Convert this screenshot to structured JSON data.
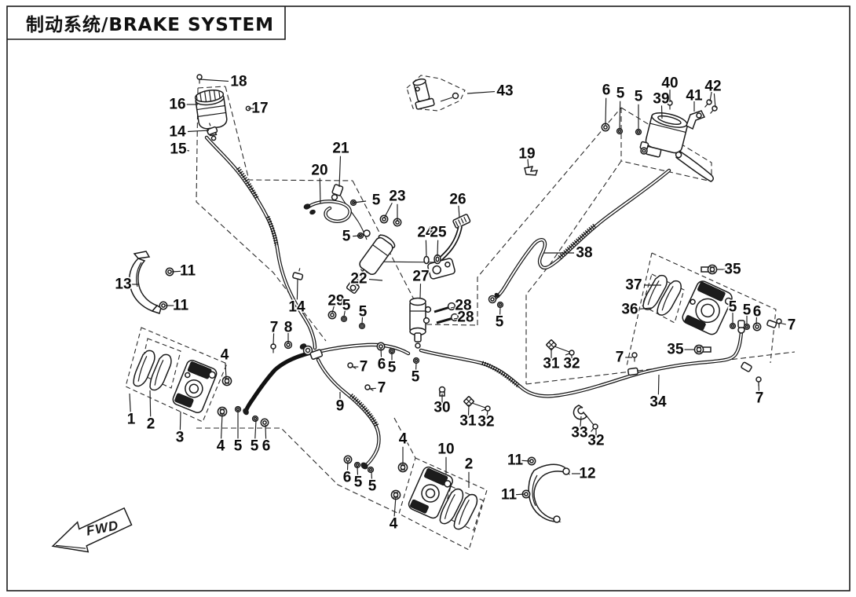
{
  "title_block": {
    "title": "制动系统/BRAKE SYSTEM"
  },
  "direction_indicator": {
    "label": "FWD"
  },
  "diagram": {
    "description": "Brake system exploded parts diagram",
    "callouts": [
      {
        "n": "18",
        "l": [
          304,
          104
        ],
        "t": [
          254,
          101
        ]
      },
      {
        "n": "16",
        "l": [
          226,
          133
        ],
        "t": [
          252,
          133
        ]
      },
      {
        "n": "17",
        "l": [
          331,
          138
        ],
        "t": [
          316,
          138
        ]
      },
      {
        "n": "14",
        "l": [
          226,
          168
        ],
        "t": [
          266,
          166
        ]
      },
      {
        "n": "15",
        "l": [
          227,
          190
        ],
        "t": [
          241,
          192
        ]
      },
      {
        "n": "20",
        "l": [
          407,
          217
        ],
        "t": [
          408,
          259
        ]
      },
      {
        "n": "21",
        "l": [
          434,
          189
        ],
        "t": [
          432,
          238
        ]
      },
      {
        "n": "5",
        "l": [
          479,
          255
        ],
        "t": [
          450,
          258
        ]
      },
      {
        "n": "5",
        "l": [
          441,
          301
        ],
        "t": [
          459,
          300
        ]
      },
      {
        "n": "23",
        "l": [
          506,
          250
        ],
        "t": [
          489,
          278
        ],
        "t2": [
          506,
          282
        ]
      },
      {
        "n": "24",
        "l": [
          542,
          296
        ],
        "t": [
          543,
          327
        ]
      },
      {
        "n": "25",
        "l": [
          558,
          296
        ],
        "t": [
          557,
          326
        ]
      },
      {
        "n": "26",
        "l": [
          583,
          254
        ],
        "t": [
          585,
          277
        ]
      },
      {
        "n": "22",
        "l": [
          457,
          355
        ],
        "t": [
          487,
          357
        ]
      },
      {
        "n": "27",
        "l": [
          536,
          352
        ],
        "t": [
          535,
          379
        ]
      },
      {
        "n": "28",
        "l": [
          590,
          389
        ],
        "t": [
          574,
          392
        ]
      },
      {
        "n": "28",
        "l": [
          593,
          404
        ],
        "t": [
          578,
          406
        ]
      },
      {
        "n": "29",
        "l": [
          428,
          383
        ],
        "t": [
          423,
          398
        ]
      },
      {
        "n": "5",
        "l": [
          441,
          389
        ],
        "t": [
          438,
          403
        ]
      },
      {
        "n": "5",
        "l": [
          462,
          397
        ],
        "t": [
          461,
          412
        ]
      },
      {
        "n": "5",
        "l": [
          636,
          410
        ],
        "t": [
          637,
          391
        ]
      },
      {
        "n": "19",
        "l": [
          671,
          196
        ],
        "t": [
          673,
          214
        ]
      },
      {
        "n": "43",
        "l": [
          643,
          116
        ],
        "t": [
          595,
          119
        ]
      },
      {
        "n": "6",
        "l": [
          772,
          115
        ],
        "t": [
          771,
          159
        ]
      },
      {
        "n": "5",
        "l": [
          790,
          119
        ],
        "t": [
          789,
          164
        ]
      },
      {
        "n": "5",
        "l": [
          813,
          123
        ],
        "t": [
          813,
          165
        ]
      },
      {
        "n": "39",
        "l": [
          842,
          126
        ],
        "t": [
          843,
          151
        ]
      },
      {
        "n": "40",
        "l": [
          853,
          106
        ],
        "t": [
          853,
          130
        ]
      },
      {
        "n": "41",
        "l": [
          884,
          122
        ],
        "t": [
          884,
          142
        ]
      },
      {
        "n": "42",
        "l": [
          908,
          110
        ],
        "t": [
          904,
          129
        ],
        "t2": [
          911,
          137
        ]
      },
      {
        "n": "38",
        "l": [
          744,
          322
        ],
        "t": [
          692,
          322
        ]
      },
      {
        "n": "35",
        "l": [
          933,
          343
        ],
        "t": [
          912,
          343
        ]
      },
      {
        "n": "37",
        "l": [
          807,
          363
        ],
        "t": [
          842,
          363
        ]
      },
      {
        "n": "36",
        "l": [
          802,
          394
        ],
        "t": [
          830,
          392
        ]
      },
      {
        "n": "35",
        "l": [
          860,
          445
        ],
        "t": [
          885,
          445
        ]
      },
      {
        "n": "5",
        "l": [
          933,
          391
        ],
        "t": [
          933,
          412
        ]
      },
      {
        "n": "5",
        "l": [
          951,
          395
        ],
        "t": [
          951,
          413
        ]
      },
      {
        "n": "6",
        "l": [
          964,
          397
        ],
        "t": [
          963,
          413
        ]
      },
      {
        "n": "7",
        "l": [
          1008,
          414
        ],
        "t": [
          992,
          411
        ]
      },
      {
        "n": "7",
        "l": [
          789,
          455
        ],
        "t": [
          805,
          455
        ]
      },
      {
        "n": "34",
        "l": [
          838,
          512
        ],
        "t": [
          839,
          477
        ]
      },
      {
        "n": "7",
        "l": [
          967,
          507
        ],
        "t": [
          966,
          486
        ]
      },
      {
        "n": "31",
        "l": [
          702,
          463
        ],
        "t": [
          702,
          443
        ]
      },
      {
        "n": "32",
        "l": [
          728,
          463
        ],
        "t": [
          728,
          452
        ]
      },
      {
        "n": "30",
        "l": [
          563,
          519
        ],
        "t": [
          563,
          501
        ]
      },
      {
        "n": "31",
        "l": [
          596,
          536
        ],
        "t": [
          597,
          515
        ]
      },
      {
        "n": "32",
        "l": [
          619,
          537
        ],
        "t": [
          621,
          523
        ]
      },
      {
        "n": "33",
        "l": [
          738,
          551
        ],
        "t": [
          740,
          530
        ]
      },
      {
        "n": "32",
        "l": [
          759,
          561
        ],
        "t": [
          759,
          546
        ]
      },
      {
        "n": "13",
        "l": [
          157,
          362
        ],
        "t": [
          176,
          362
        ]
      },
      {
        "n": "11",
        "l": [
          239,
          345
        ],
        "t": [
          219,
          346
        ]
      },
      {
        "n": "11",
        "l": [
          230,
          389
        ],
        "t": [
          211,
          389
        ]
      },
      {
        "n": "1",
        "l": [
          167,
          534
        ],
        "t": [
          165,
          501
        ]
      },
      {
        "n": "2",
        "l": [
          192,
          540
        ],
        "t": [
          191,
          497
        ]
      },
      {
        "n": "3",
        "l": [
          229,
          557
        ],
        "t": [
          230,
          524
        ]
      },
      {
        "n": "4",
        "l": [
          286,
          452
        ],
        "t": [
          288,
          482
        ]
      },
      {
        "n": "4",
        "l": [
          281,
          568
        ],
        "t": [
          283,
          527
        ]
      },
      {
        "n": "5",
        "l": [
          303,
          568
        ],
        "t": [
          303,
          523
        ]
      },
      {
        "n": "5",
        "l": [
          324,
          568
        ],
        "t": [
          326,
          535
        ]
      },
      {
        "n": "6",
        "l": [
          339,
          568
        ],
        "t": [
          338,
          541
        ]
      },
      {
        "n": "7",
        "l": [
          349,
          417
        ],
        "t": [
          348,
          439
        ]
      },
      {
        "n": "8",
        "l": [
          367,
          417
        ],
        "t": [
          367,
          437
        ]
      },
      {
        "n": "14",
        "l": [
          378,
          391
        ],
        "t": [
          379,
          355
        ]
      },
      {
        "n": "7",
        "l": [
          463,
          467
        ],
        "t": [
          448,
          467
        ]
      },
      {
        "n": "7",
        "l": [
          486,
          494
        ],
        "t": [
          470,
          495
        ]
      },
      {
        "n": "9",
        "l": [
          433,
          517
        ],
        "t": [
          433,
          499
        ]
      },
      {
        "n": "6",
        "l": [
          486,
          464
        ],
        "t": [
          485,
          443
        ]
      },
      {
        "n": "5",
        "l": [
          499,
          468
        ],
        "t": [
          499,
          449
        ]
      },
      {
        "n": "5",
        "l": [
          529,
          480
        ],
        "t": [
          530,
          462
        ]
      },
      {
        "n": "6",
        "l": [
          442,
          608
        ],
        "t": [
          443,
          587
        ]
      },
      {
        "n": "5",
        "l": [
          456,
          614
        ],
        "t": [
          455,
          594
        ]
      },
      {
        "n": "5",
        "l": [
          474,
          619
        ],
        "t": [
          473,
          601
        ]
      },
      {
        "n": "4",
        "l": [
          513,
          559
        ],
        "t": [
          513,
          593
        ]
      },
      {
        "n": "10",
        "l": [
          568,
          572
        ],
        "t": [
          568,
          603
        ]
      },
      {
        "n": "2",
        "l": [
          597,
          591
        ],
        "t": [
          597,
          621
        ]
      },
      {
        "n": "4",
        "l": [
          501,
          667
        ],
        "t": [
          504,
          632
        ]
      },
      {
        "n": "11",
        "l": [
          656,
          586
        ],
        "t": [
          675,
          587
        ]
      },
      {
        "n": "12",
        "l": [
          748,
          603
        ],
        "t": [
          728,
          603
        ]
      },
      {
        "n": "11",
        "l": [
          648,
          630
        ],
        "t": [
          668,
          629
        ]
      }
    ]
  }
}
